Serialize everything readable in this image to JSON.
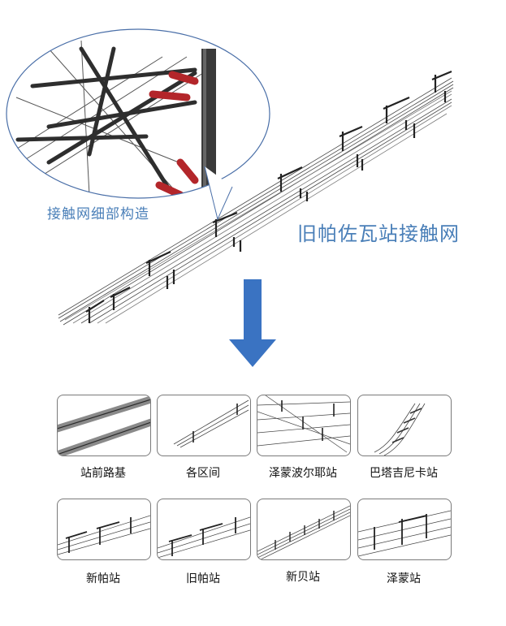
{
  "hero": {
    "detail_caption": "接触网细部构造",
    "station_title": "旧帕佐瓦站接触网"
  },
  "colors": {
    "caption_blue": "#4a7fb8",
    "arrow_blue": "#3a73c2",
    "insulator_red": "#b3262a",
    "wire_gray": "#444444",
    "frame_gray": "#7a7a7a"
  },
  "arrow": {
    "icon": "down-arrow-icon"
  },
  "tiles": [
    {
      "id": "zhanqian-luji",
      "label": "站前路基"
    },
    {
      "id": "ge-qujian",
      "label": "各区间"
    },
    {
      "id": "zemeng-boerye",
      "label": "泽蒙波尔耶站"
    },
    {
      "id": "bata-jinika",
      "label": "巴塔吉尼卡站"
    },
    {
      "id": "xinpa",
      "label": "新帕站"
    },
    {
      "id": "jiupa",
      "label": "旧帕站"
    },
    {
      "id": "xinbei",
      "label": "新贝站"
    },
    {
      "id": "zemeng",
      "label": "泽蒙站"
    }
  ]
}
